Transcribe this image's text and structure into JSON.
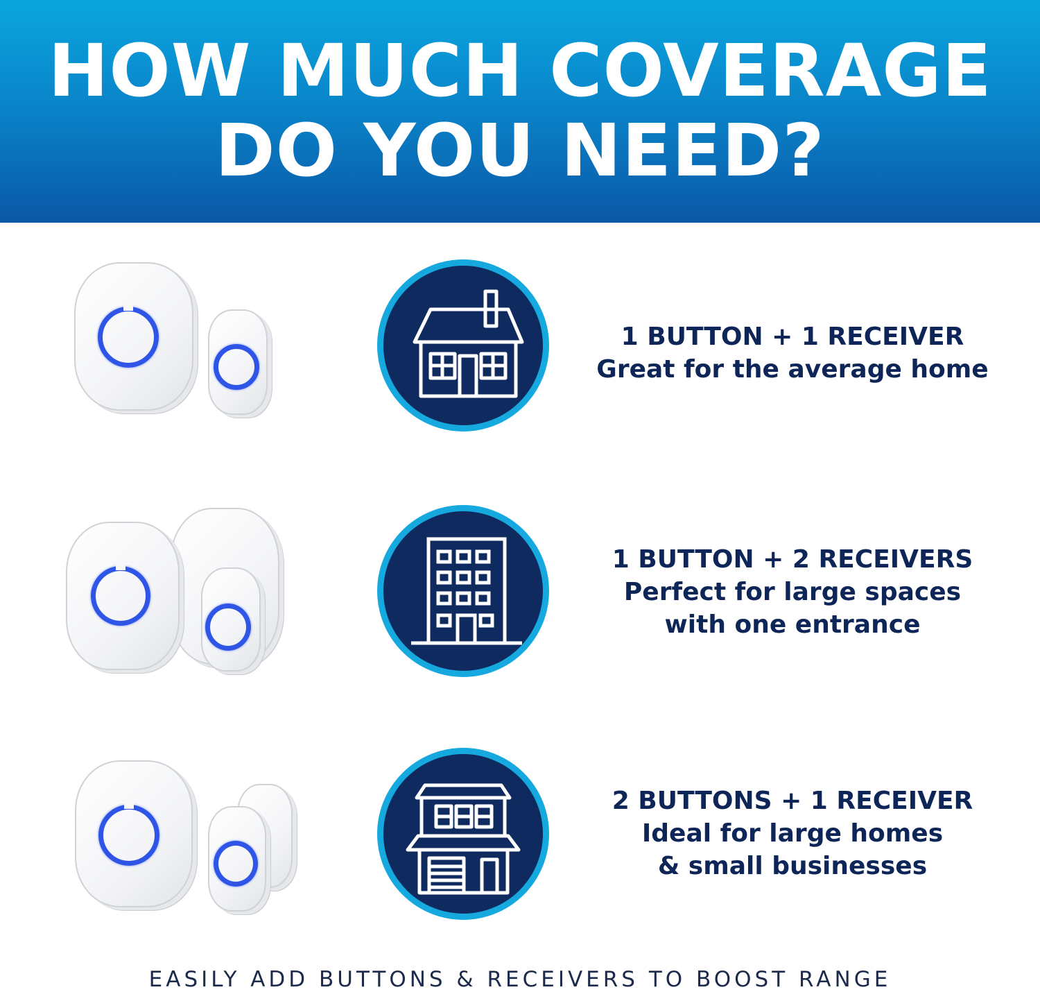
{
  "header": {
    "line1": "HOW MUCH COVERAGE",
    "line2": "DO YOU NEED?"
  },
  "options": [
    {
      "heading": "1 BUTTON + 1 RECEIVER",
      "lines": [
        "Great for the average home"
      ],
      "icon": "house-icon"
    },
    {
      "heading": "1 BUTTON + 2 RECEIVERS",
      "lines": [
        "Perfect for large spaces",
        "with one entrance"
      ],
      "icon": "apartment-building-icon"
    },
    {
      "heading": "2 BUTTONS + 1 RECEIVER",
      "lines": [
        "Ideal for large homes",
        "& small businesses"
      ],
      "icon": "commercial-building-icon"
    }
  ],
  "footer": "EASILY ADD BUTTONS & RECEIVERS TO BOOST RANGE",
  "colors": {
    "header_top": "#0aa6de",
    "header_bottom": "#0a58a6",
    "navy": "#0f2a5e",
    "ring": "#16a9df",
    "led": "#2f55e6",
    "text": "#0e2557"
  }
}
